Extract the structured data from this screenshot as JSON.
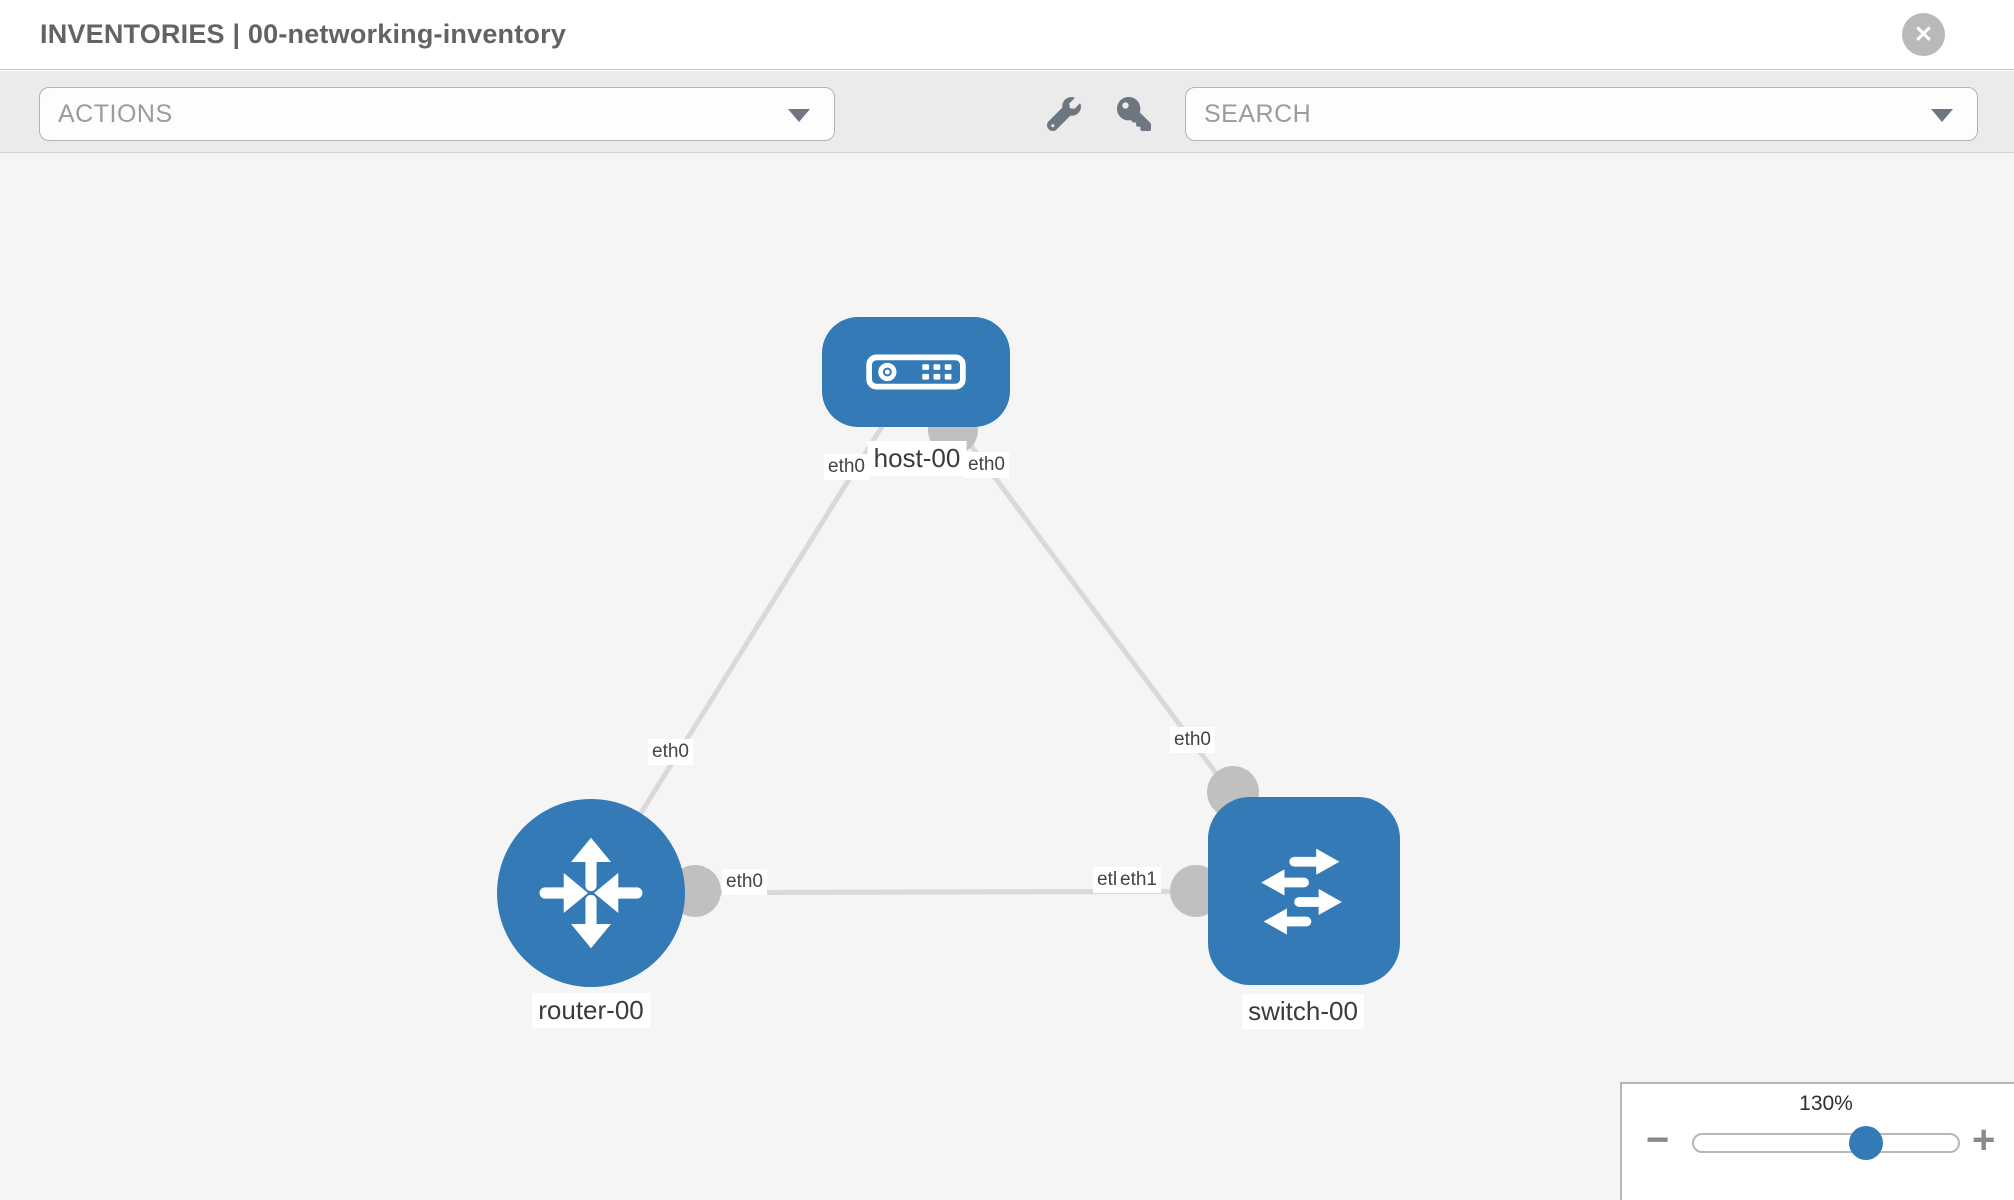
{
  "header": {
    "title": "INVENTORIES | 00-networking-inventory"
  },
  "toolbar": {
    "actions_label": "ACTIONS",
    "search_label": "SEARCH"
  },
  "icons": {
    "close_glyph": "✕",
    "wrench": "wrench-icon",
    "key": "key-icon",
    "caret": "chevron-down-icon",
    "zoom_out_glyph": "−",
    "zoom_in_glyph": "+"
  },
  "topology": {
    "nodes": [
      {
        "label": "host-00",
        "type": "host"
      },
      {
        "label": "router-00",
        "type": "router"
      },
      {
        "label": "switch-00",
        "type": "switch"
      }
    ],
    "links": [
      {
        "from": "host-00",
        "to": "router-00",
        "from_interface": "eth0",
        "to_interface": "eth0"
      },
      {
        "from": "host-00",
        "to": "switch-00",
        "from_interface": "eth0",
        "to_interface": "eth0"
      },
      {
        "from": "router-00",
        "to": "switch-00",
        "from_interface": "eth0",
        "to_interface": "eth1"
      }
    ],
    "port_labels": [
      {
        "text": "eth0"
      },
      {
        "text": "eth0"
      },
      {
        "text": "eth0"
      },
      {
        "text": "eth0"
      },
      {
        "text": "eth0"
      },
      {
        "text": "eth0"
      },
      {
        "text": "eth1"
      }
    ]
  },
  "zoom_control": {
    "level": "130%",
    "slider_percent": 64
  },
  "colors": {
    "node_blue": "#337ab7",
    "edge_gray": "#d9d9d9",
    "port_gray": "#c0c0c0",
    "toolbar_bg": "#ebebeb",
    "canvas_bg": "#f5f5f5"
  }
}
